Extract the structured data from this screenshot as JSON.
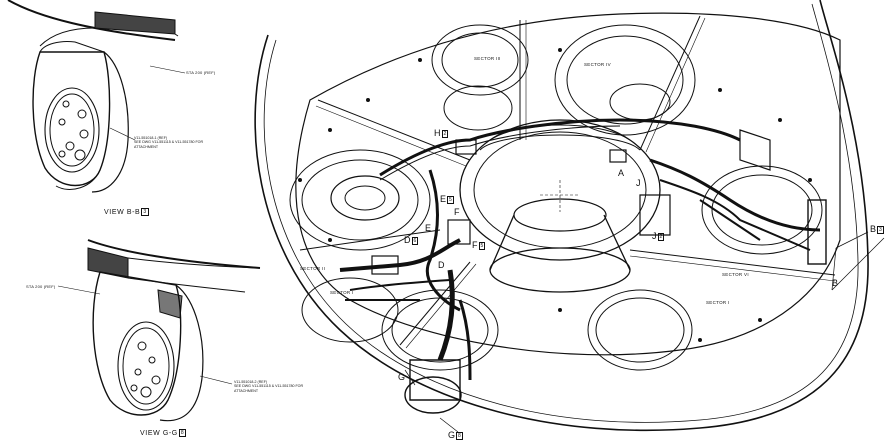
{
  "callouts": {
    "view_b": {
      "text": "VIEW B-B",
      "ref": "3"
    },
    "view_g": {
      "text": "VIEW G-G",
      "ref": "8"
    },
    "sta_top": "STA 200 (REF)",
    "sta_bottom": "STA 200 (REF)",
    "note_top_1": "V11-551018-1 (REF)",
    "note_top_2": "SEE DWG V11-551115 & V11-551780 FOR",
    "note_top_3": "ATTACHMENT",
    "note_bot_1": "V11-551018-2 (REF)",
    "note_bot_2": "SEE DWG V11-551115 & V11-551780 FOR",
    "note_bot_3": "ATTACHMENT"
  },
  "sectors": {
    "s1": "SECTOR I",
    "s2": "SECTOR II",
    "s3": "SECTOR III",
    "s4": "SECTOR IV",
    "s5": "SECTOR V",
    "s6": "SECTOR VI"
  },
  "labels": {
    "H": "H",
    "H_ref": "2",
    "E": "E",
    "E_ref": "5",
    "F": "F",
    "F_ref": "5",
    "D": "D",
    "D_ref": "6",
    "D2": "D",
    "E2": "E",
    "F2": "F",
    "A": "A",
    "J": "J",
    "J2": "J",
    "J2_ref": "2",
    "B": "B",
    "BB": "B",
    "BB_ref": "3",
    "G": "G",
    "GG": "G",
    "GG_ref": "8"
  }
}
